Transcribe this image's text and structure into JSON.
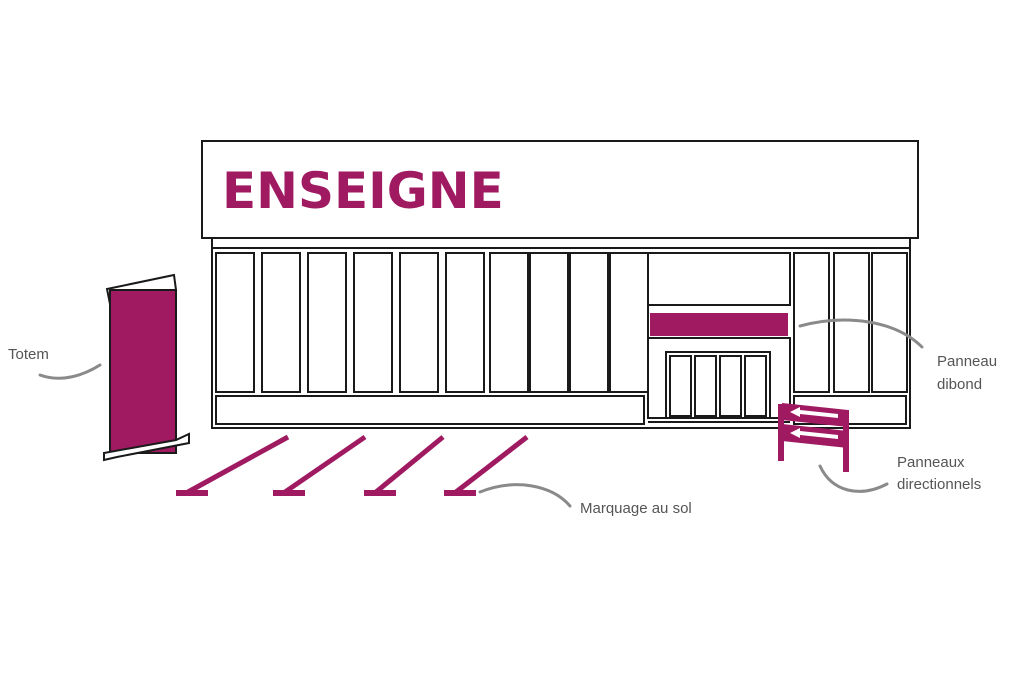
{
  "colors": {
    "accent": "#a01a61",
    "line": "#1a1a1a",
    "callout": "#8a8a8a",
    "label_text": "#555555",
    "background": "#ffffff"
  },
  "sign": {
    "text": "ENSEIGNE"
  },
  "labels": {
    "totem": "Totem",
    "panneau_line1": "Panneau",
    "panneau_line2": "dibond",
    "directionnels_line1": "Panneaux",
    "directionnels_line2": "directionnels",
    "marquage": "Marquage au sol"
  },
  "icons": {
    "arrow_top": "arrow-left-icon",
    "arrow_bottom": "arrow-left-icon"
  }
}
